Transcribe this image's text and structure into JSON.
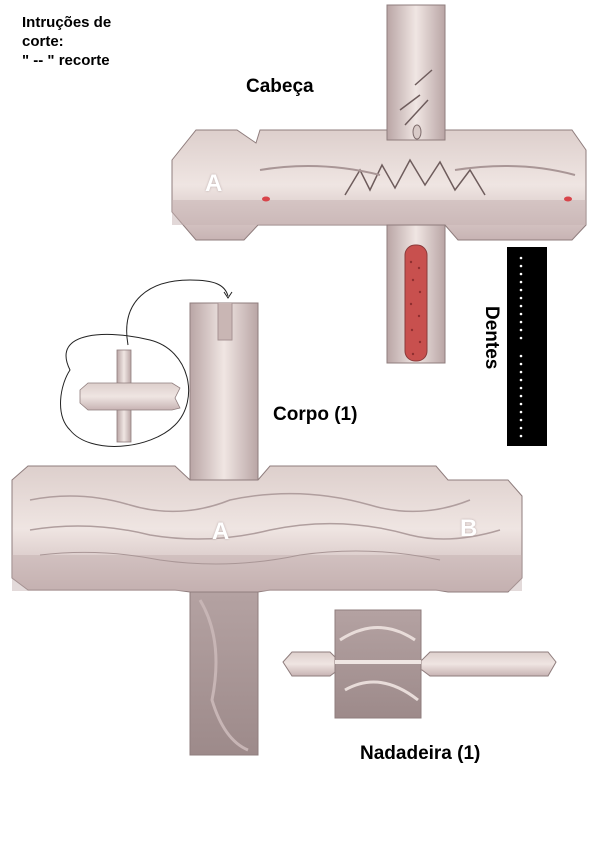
{
  "instructions": {
    "line1": "Intruções de",
    "line2": "corte:",
    "line3": "\" -- \" recorte"
  },
  "pieces": {
    "head_label": "Cabeça",
    "body_label": "Corpo (1)",
    "fin_label": "Nadadeira (1)",
    "teeth_label": "Dentes"
  },
  "letters": {
    "head_a": "A",
    "body_a": "A",
    "body_b": "B"
  },
  "colors": {
    "paper_base": "#cdb9b9",
    "paper_light": "#ebe0dd",
    "paper_dark": "#a99696",
    "mouth_red": "#c8504e",
    "teeth_strip": "#000000"
  }
}
